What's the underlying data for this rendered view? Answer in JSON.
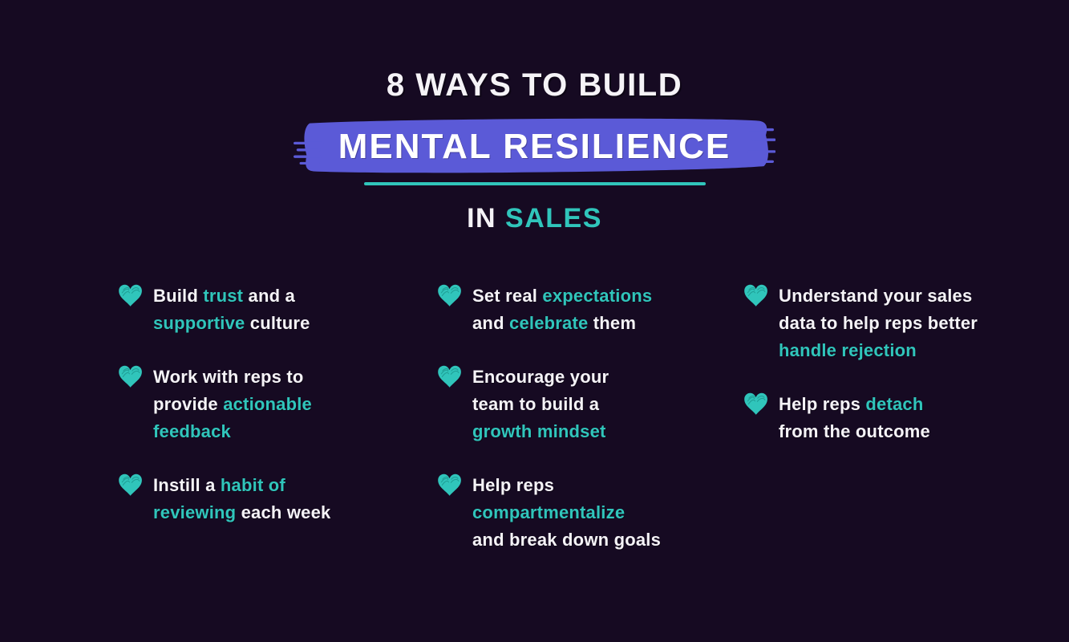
{
  "colors": {
    "background": "#160a22",
    "accent_teal": "#30c5bb",
    "highlight_purple": "#5b5ad7",
    "text_white": "#f5f3f7"
  },
  "icons": {
    "bullet_icon": "heart-icon"
  },
  "title": {
    "line1": "8 WAYS TO BUILD",
    "line2": "MENTAL RESILIENCE",
    "line3_prefix": "IN",
    "line3_accent": "SALES"
  },
  "columns": [
    {
      "items": [
        {
          "lines": [
            [
              {
                "t": "Build ",
                "a": false
              },
              {
                "t": "trust",
                "a": true
              },
              {
                "t": " and a",
                "a": false
              }
            ],
            [
              {
                "t": "supportive",
                "a": true
              },
              {
                "t": " culture",
                "a": false
              }
            ]
          ]
        },
        {
          "lines": [
            [
              {
                "t": "Work with reps to",
                "a": false
              }
            ],
            [
              {
                "t": "provide ",
                "a": false
              },
              {
                "t": "actionable",
                "a": true
              }
            ],
            [
              {
                "t": "feedback",
                "a": true
              }
            ]
          ]
        },
        {
          "lines": [
            [
              {
                "t": "Instill a ",
                "a": false
              },
              {
                "t": "habit of",
                "a": true
              }
            ],
            [
              {
                "t": "reviewing",
                "a": true
              },
              {
                "t": " each week",
                "a": false
              }
            ]
          ]
        }
      ]
    },
    {
      "items": [
        {
          "lines": [
            [
              {
                "t": "Set real ",
                "a": false
              },
              {
                "t": "expectations",
                "a": true
              }
            ],
            [
              {
                "t": "and ",
                "a": false
              },
              {
                "t": "celebrate",
                "a": true
              },
              {
                "t": " them",
                "a": false
              }
            ]
          ]
        },
        {
          "lines": [
            [
              {
                "t": "Encourage your",
                "a": false
              }
            ],
            [
              {
                "t": "team to build a",
                "a": false
              }
            ],
            [
              {
                "t": "growth mindset",
                "a": true
              }
            ]
          ]
        },
        {
          "lines": [
            [
              {
                "t": "Help reps",
                "a": false
              }
            ],
            [
              {
                "t": "compartmentalize",
                "a": true
              }
            ],
            [
              {
                "t": "and break down goals",
                "a": false
              }
            ]
          ]
        }
      ]
    },
    {
      "items": [
        {
          "lines": [
            [
              {
                "t": "Understand your sales",
                "a": false
              }
            ],
            [
              {
                "t": "data to help reps better",
                "a": false
              }
            ],
            [
              {
                "t": "handle rejection",
                "a": true
              }
            ]
          ]
        },
        {
          "lines": [
            [
              {
                "t": "Help reps ",
                "a": false
              },
              {
                "t": "detach",
                "a": true
              }
            ],
            [
              {
                "t": "from the outcome",
                "a": false
              }
            ]
          ]
        }
      ]
    }
  ]
}
